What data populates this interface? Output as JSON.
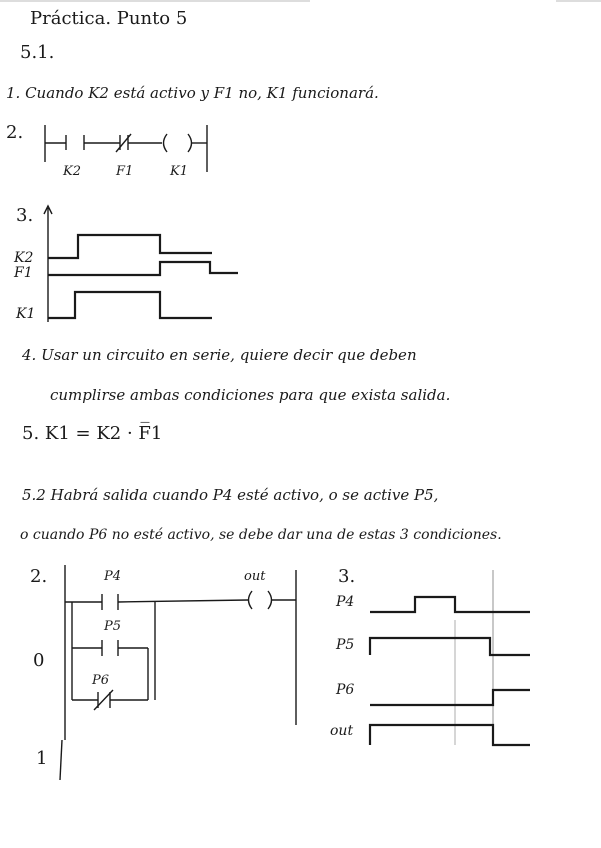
{
  "title": "Práctica. Punto 5",
  "section_1": {
    "heading": "5.1.",
    "item1": "1. Cuando K2 está activo y F1 no, K1 funcionará.",
    "item2_label": "2.",
    "ladder": {
      "contact_1": "K2",
      "contact_2": "F1",
      "coil": "K1"
    },
    "item3_label": "3.",
    "timing_labels": [
      "K2",
      "F1",
      "K1"
    ],
    "item4_line1": "4. Usar un circuito en serie, quiere decir que deben",
    "item4_line2": "cumplirse ambas condiciones para que exista salida.",
    "item5": "5. K1 = K2 · F̅1"
  },
  "section_2": {
    "line1": "5.2 Habrá salida cuando P4 esté activo, o se active P5,",
    "line2": "o cuando P6 no esté activo, se debe dar una de estas 3 condiciones.",
    "item2_label": "2.",
    "ladder": {
      "contact_1": "P4",
      "contact_2": "P5",
      "contact_3": "P6",
      "coil": "out"
    },
    "rail_marks": [
      "0",
      "1"
    ],
    "item3_label": "3.",
    "timing_labels": [
      "P4",
      "P5",
      "P6",
      "out"
    ]
  }
}
